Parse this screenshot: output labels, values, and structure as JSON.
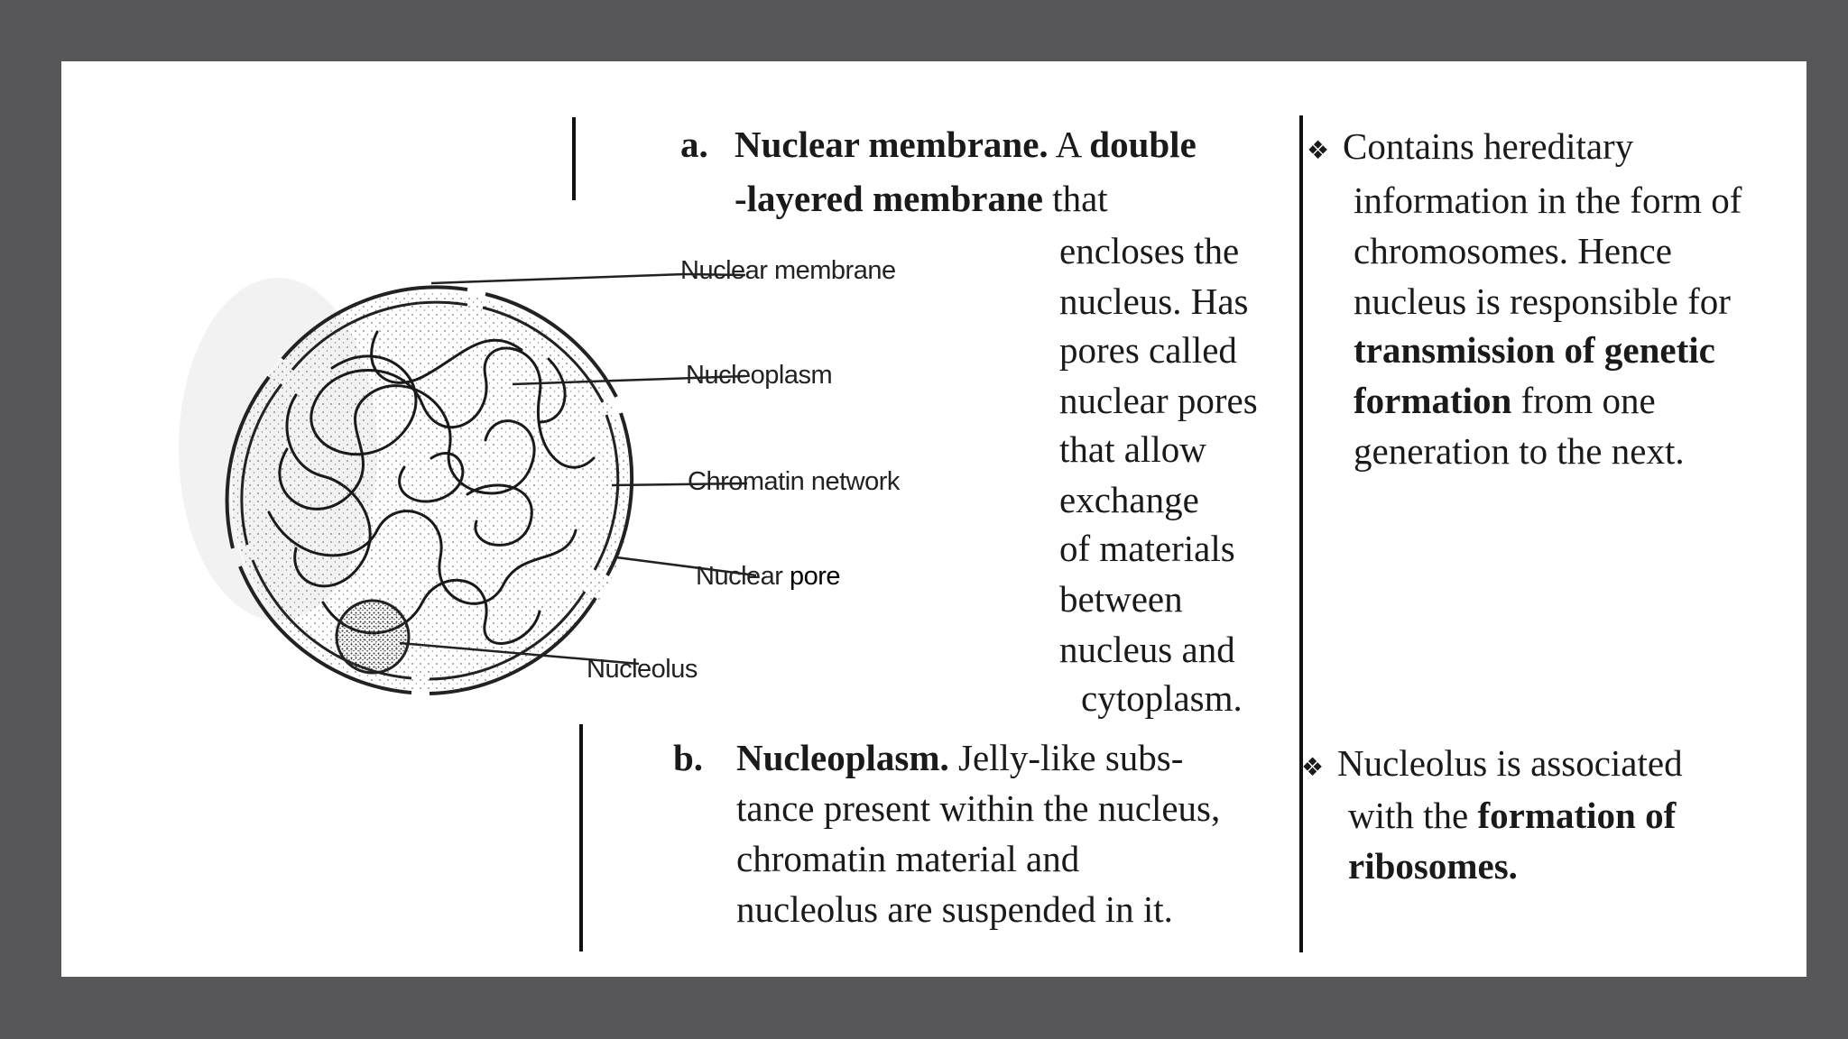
{
  "diagram": {
    "labels": {
      "nuclear_membrane": "Nuclear membrane",
      "nucleoplasm": "Nucleoplasm",
      "chromatin_network": "Chromatin network",
      "nuclear_pore_a": "Nuclear",
      "nuclear_pore_b": "pore",
      "nucleolus": "Nucleolus"
    }
  },
  "item_a": {
    "marker": "a.",
    "heading": "Nuclear membrane.",
    "t1": " A ",
    "b1": "double",
    "b2": "-layered membrane",
    "t2": " that",
    "lines": [
      "encloses the",
      "nucleus. Has",
      "pores called",
      "nuclear pores",
      "that allow",
      "exchange",
      "of materials",
      "between",
      "nucleus and",
      "cytoplasm."
    ]
  },
  "item_b": {
    "marker": "b.",
    "heading": "Nucleoplasm.",
    "t1": " Jelly-like subs-",
    "lines": [
      "tance present within the nucleus,",
      "chromatin material and",
      "nucleolus are suspended in it."
    ]
  },
  "function_1": {
    "bullet": "❖",
    "l1": "Contains hereditary",
    "l2": "information in the form of",
    "l3": "chromosomes. Hence",
    "l4": "nucleus is responsible for",
    "b1": "transmission of genetic",
    "b2": "formation",
    "t1": " from one",
    "l5": "generation to the next."
  },
  "function_2": {
    "bullet": "❖",
    "l1": "Nucleolus is associated",
    "t1": "with the ",
    "b1": "formation of",
    "b2": "ribosomes."
  }
}
